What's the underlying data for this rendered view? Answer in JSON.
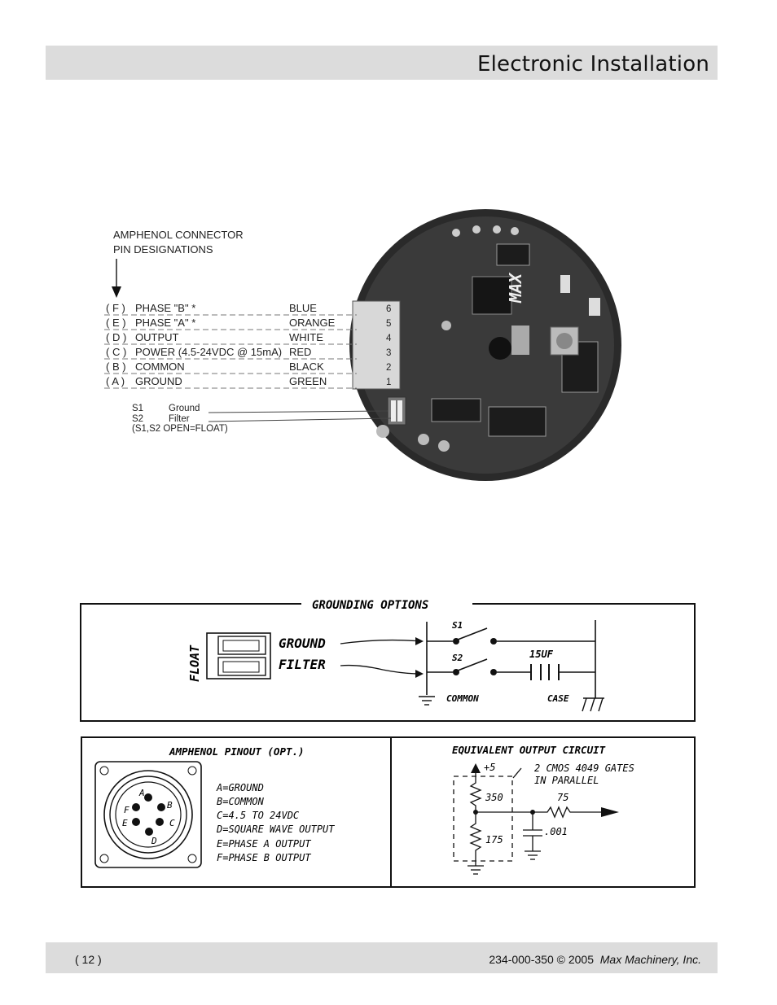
{
  "header": {
    "title": "Electronic Installation"
  },
  "board_figure": {
    "connector_heading_line1": "AMPHENOL CONNECTOR",
    "connector_heading_line2": "PIN DESIGNATIONS",
    "pins": [
      {
        "letter": "( F )",
        "function": "PHASE \"B\" *",
        "color": "BLUE",
        "terminal": "6"
      },
      {
        "letter": "( E )",
        "function": "PHASE \"A\" *",
        "color": "ORANGE",
        "terminal": "5"
      },
      {
        "letter": "( D )",
        "function": "OUTPUT",
        "color": "WHITE",
        "terminal": "4"
      },
      {
        "letter": "( C )",
        "function": "POWER (4.5-24VDC @ 15mA)",
        "color": "RED",
        "terminal": "3"
      },
      {
        "letter": "( B )",
        "function": "COMMON",
        "color": "BLACK",
        "terminal": "2"
      },
      {
        "letter": "( A )",
        "function": "GROUND",
        "color": "GREEN",
        "terminal": "1"
      }
    ],
    "switches": {
      "s1": "S1",
      "s1_label": "Ground",
      "s2": "S2",
      "s2_label": "Filter",
      "note": "(S1,S2 OPEN=FLOAT)"
    },
    "board_brand": "MAX"
  },
  "grounding": {
    "title": "GROUNDING OPTIONS",
    "float_label": "FLOAT",
    "ground_label": "GROUND",
    "filter_label": "FILTER",
    "s1": "S1",
    "s2": "S2",
    "capacitor": "15UF",
    "common": "COMMON",
    "case": "CASE"
  },
  "pinout": {
    "title": "AMPHENOL PINOUT (OPT.)",
    "pin_letters": [
      "A",
      "B",
      "C",
      "D",
      "E",
      "F"
    ],
    "legend": [
      "A=GROUND",
      "B=COMMON",
      "C=4.5  TO  24VDC",
      "D=SQUARE  WAVE  OUTPUT",
      "E=PHASE  A  OUTPUT",
      "F=PHASE  B  OUTPUT"
    ]
  },
  "output_circuit": {
    "title": "EQUIVALENT  OUTPUT  CIRCUIT",
    "supply": "+5",
    "gates_line1": "2  CMOS  4049  GATES",
    "gates_line2": "IN  PARALLEL",
    "r_top": "350",
    "r_bottom": "175",
    "r_series": "75",
    "cap": ".001"
  },
  "footer": {
    "page": "( 12 )",
    "doc_number": "234-000-350 © 2005",
    "company": "Max Machinery, Inc."
  }
}
